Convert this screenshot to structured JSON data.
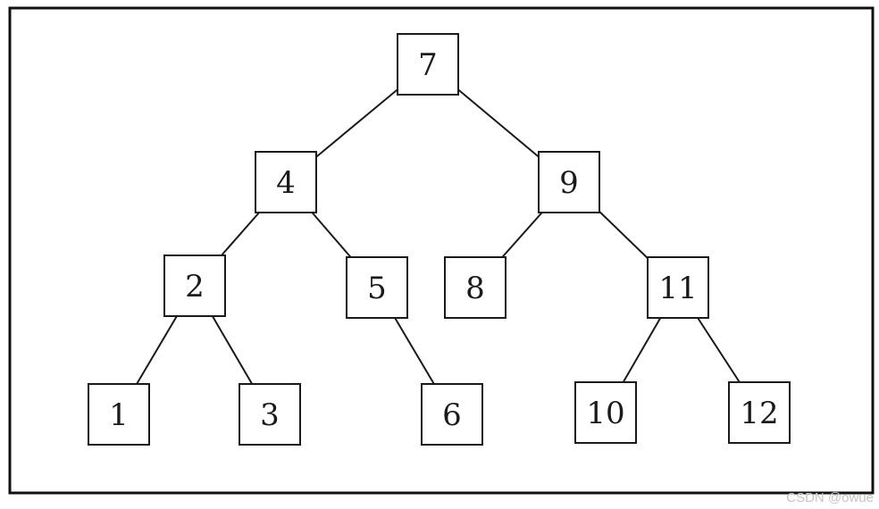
{
  "diagram": {
    "nodes": [
      {
        "id": "n7",
        "label": "7"
      },
      {
        "id": "n4",
        "label": "4"
      },
      {
        "id": "n9",
        "label": "9"
      },
      {
        "id": "n2",
        "label": "2"
      },
      {
        "id": "n5",
        "label": "5"
      },
      {
        "id": "n8",
        "label": "8"
      },
      {
        "id": "n11",
        "label": "11"
      },
      {
        "id": "n1",
        "label": "1"
      },
      {
        "id": "n3",
        "label": "3"
      },
      {
        "id": "n6",
        "label": "6"
      },
      {
        "id": "n10",
        "label": "10"
      },
      {
        "id": "n12",
        "label": "12"
      }
    ],
    "edges": [
      {
        "from": "n7",
        "to": "n4"
      },
      {
        "from": "n7",
        "to": "n9"
      },
      {
        "from": "n4",
        "to": "n2"
      },
      {
        "from": "n4",
        "to": "n5"
      },
      {
        "from": "n9",
        "to": "n8"
      },
      {
        "from": "n9",
        "to": "n11"
      },
      {
        "from": "n2",
        "to": "n1"
      },
      {
        "from": "n2",
        "to": "n3"
      },
      {
        "from": "n5",
        "to": "n6"
      },
      {
        "from": "n11",
        "to": "n10"
      },
      {
        "from": "n11",
        "to": "n12"
      }
    ]
  },
  "watermark": "CSDN @owue",
  "colors": {
    "stroke": "#1a1a1a",
    "background": "#ffffff",
    "watermark": "#c4c4c4"
  }
}
